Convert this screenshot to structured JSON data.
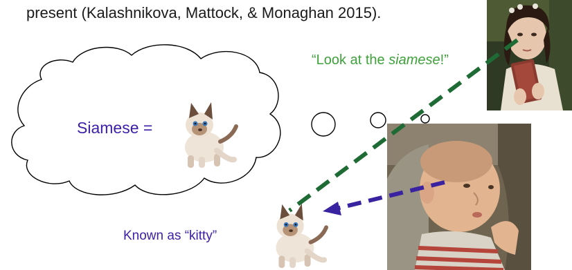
{
  "caption": {
    "top_text": "present (Kalashnikova, Mattock, & Monaghan 2015).",
    "quote_prefix": "“Look at the ",
    "quote_emphasis": "siamese",
    "quote_suffix": "!”",
    "siamese_label": "Siamese =",
    "known_label": "Known as “kitty”"
  },
  "colors": {
    "green_arrow": "#1f6b35",
    "purple_arrow": "#3a23a0",
    "quote_green": "#3ea13a",
    "label_purple": "#3b1fa8"
  },
  "images": {
    "woman": "woman-reading-book-photo",
    "baby": "baby-photo",
    "kitten": "siamese-kitten-photo"
  }
}
